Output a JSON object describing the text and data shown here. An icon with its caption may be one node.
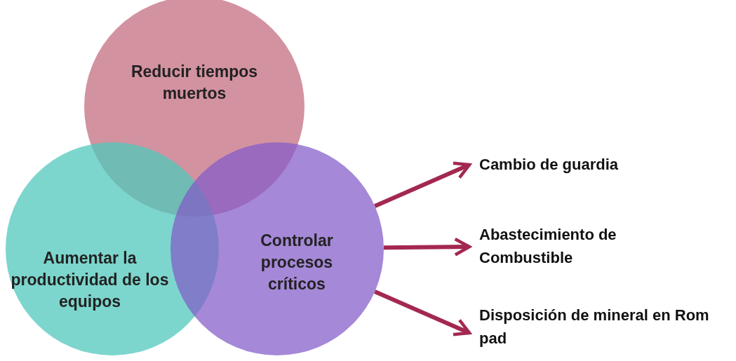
{
  "diagram": {
    "nodes": [
      {
        "text": [
          "Reducir tiempos muertos"
        ]
      },
      {
        "text": [
          "Aumentar la productividad de los equipos"
        ]
      },
      {
        "text": [
          "Controlar procesos críticos"
        ]
      },
      {
        "text": [
          "Cambio de guardia"
        ]
      },
      {
        "text": [
          "Abastecimiento de Combustible"
        ]
      },
      {
        "text": [
          "Disposición de mineral en Rom pad"
        ]
      }
    ],
    "edges": [
      {
        "from": 2,
        "to": 3,
        "arrow": "to"
      },
      {
        "from": 2,
        "to": 4,
        "arrow": "to"
      },
      {
        "from": 2,
        "to": 5,
        "arrow": "to"
      }
    ]
  }
}
